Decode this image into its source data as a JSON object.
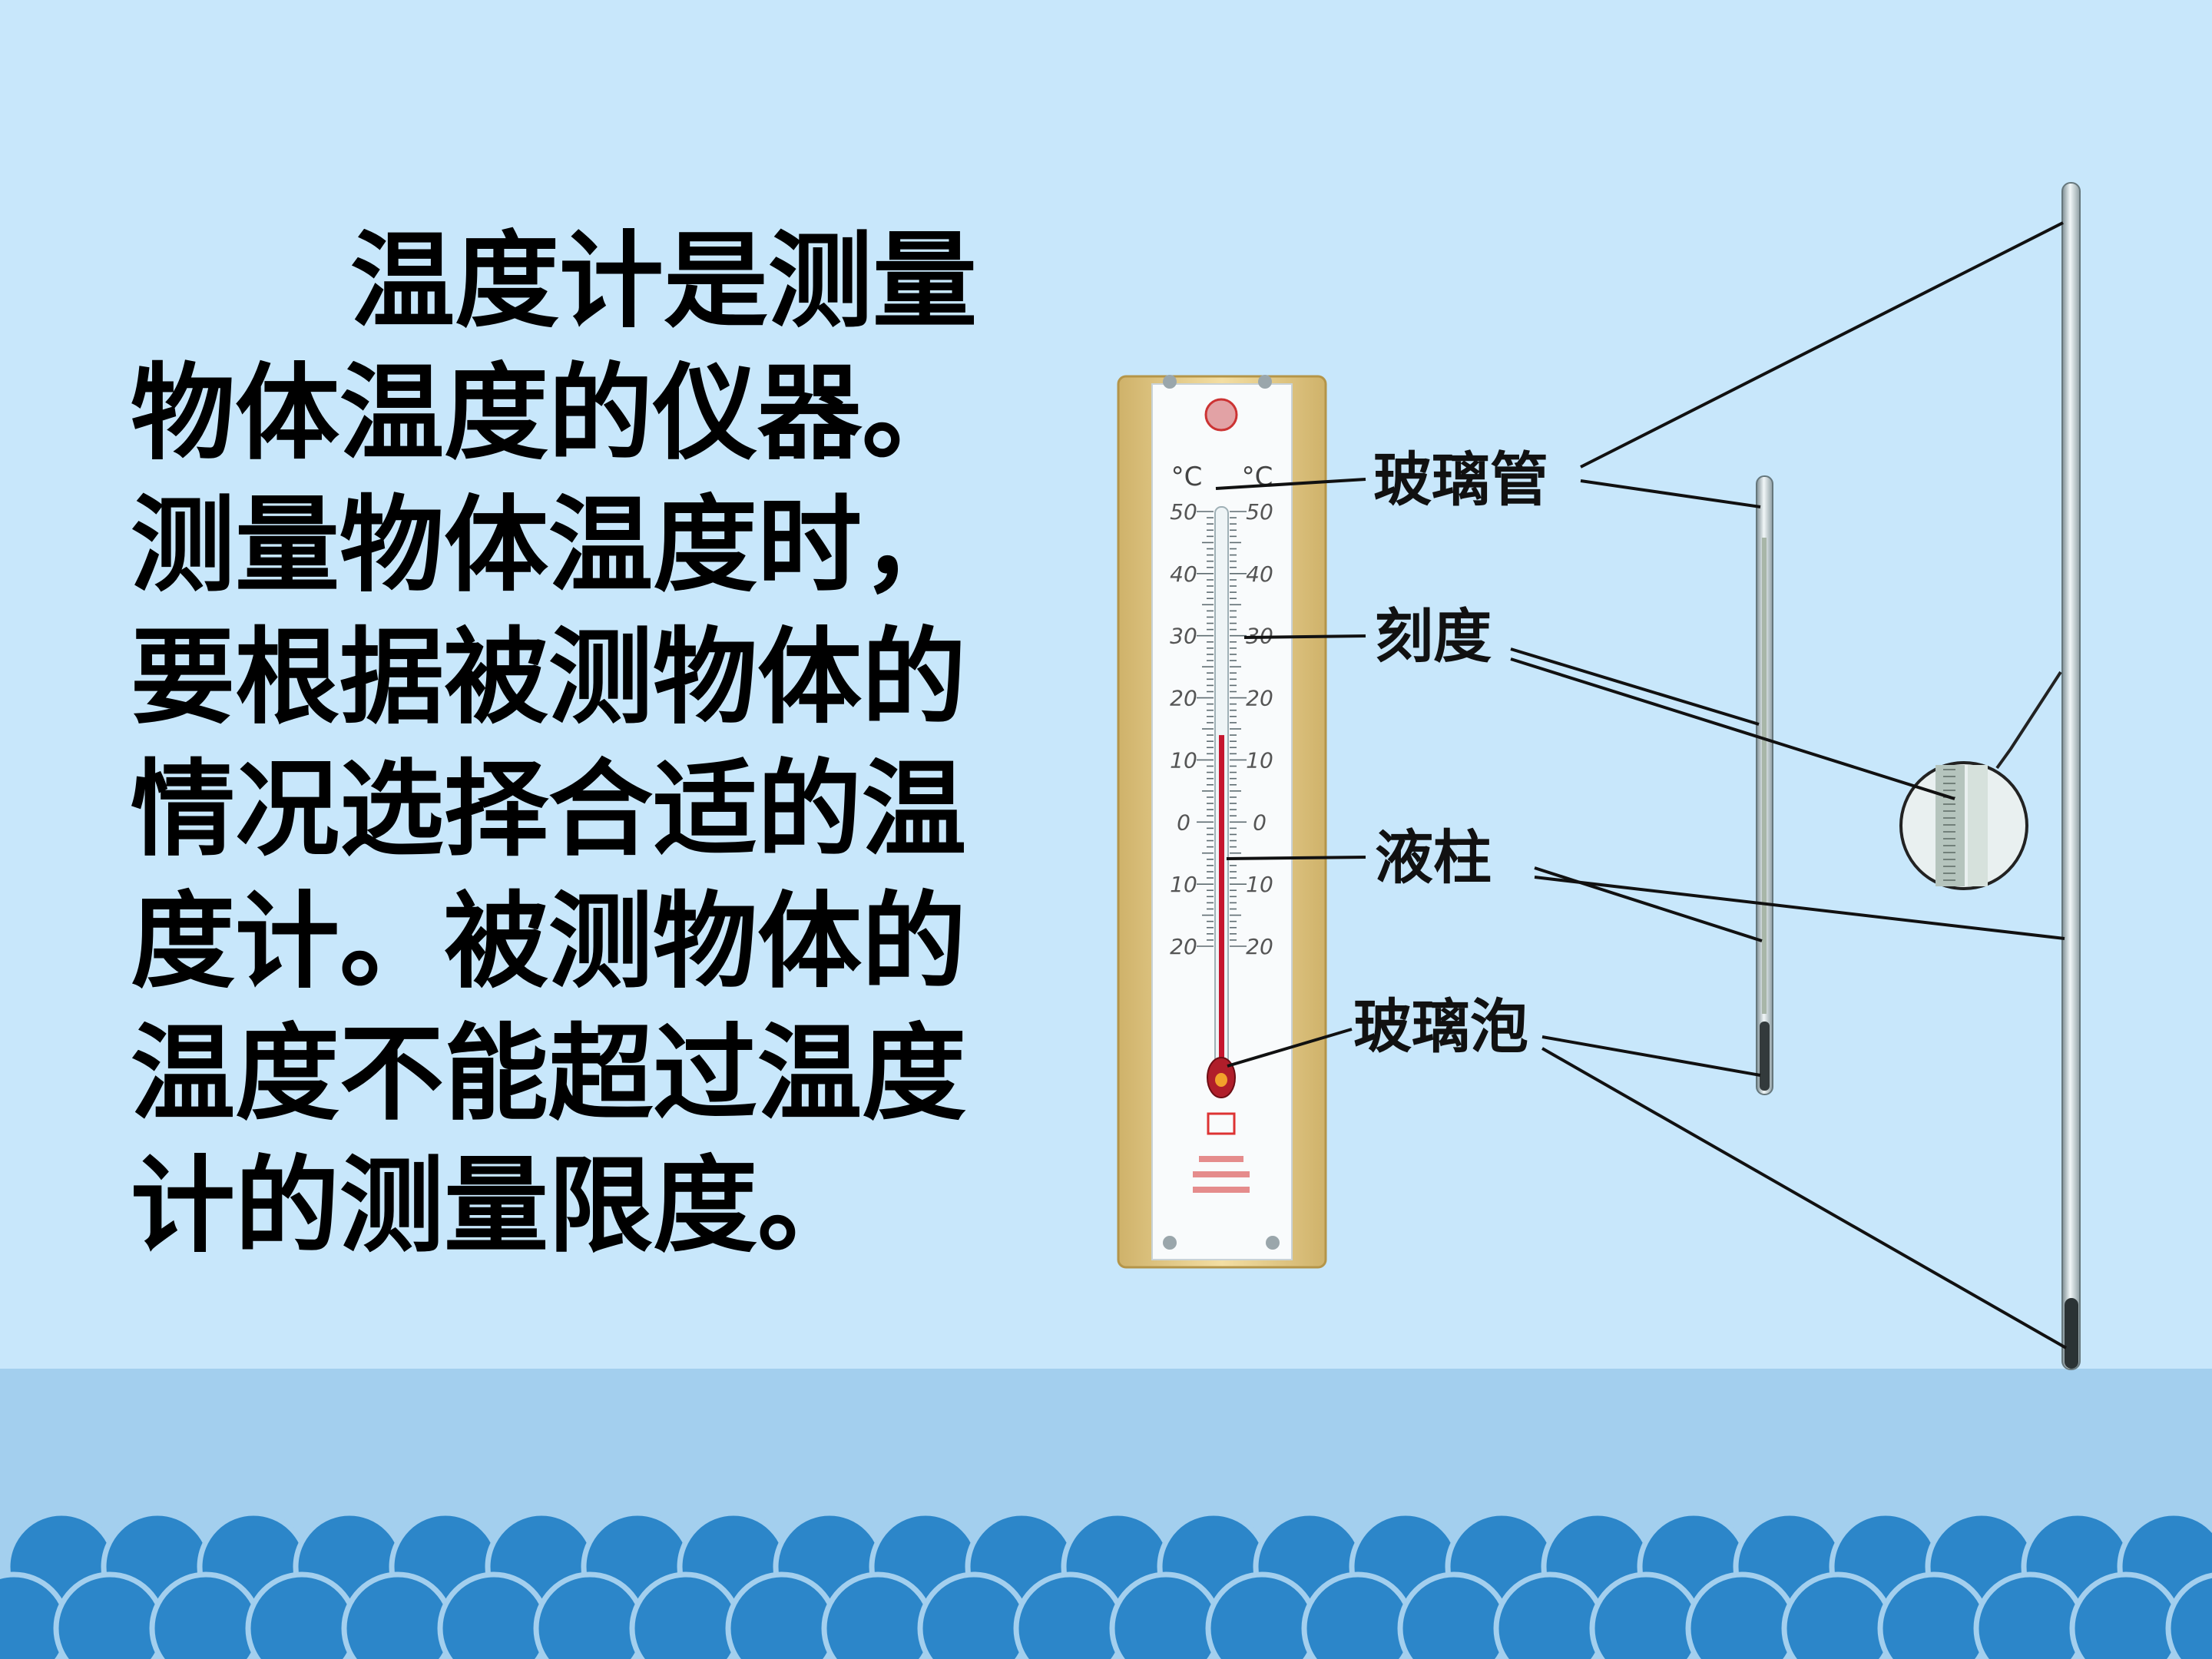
{
  "paragraph_lines": [
    "温度计是测量",
    "物体温度的仪器。",
    "测量物体温度时，",
    "要根据被测物体的",
    "情况选择合适的温",
    "度计。被测物体的",
    "温度不能超过温度",
    "计的测量限度。"
  ],
  "thermometer": {
    "unit_left": "°C",
    "unit_right": "°C",
    "scale_labels": [
      "50",
      "40",
      "30",
      "20",
      "10",
      "0",
      "10",
      "20"
    ],
    "reading_celsius": 14
  },
  "callouts": {
    "glass_tube": "玻璃管",
    "scale": "刻度",
    "liquid_column": "液柱",
    "glass_bulb": "玻璃泡"
  },
  "colors": {
    "background": "#c8e7fb",
    "band": "#a3cfee",
    "wave": "#2c86c9",
    "liquid": "#c5152e",
    "frame": "#e9cf8e"
  }
}
